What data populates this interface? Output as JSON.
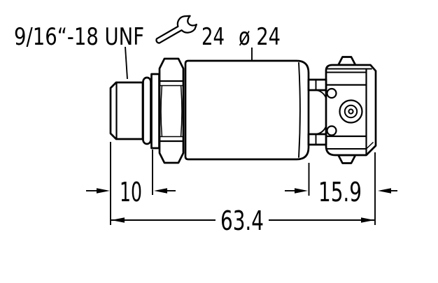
{
  "page": {
    "background": "#ffffff"
  },
  "drawing": {
    "type": "technical-dimension-drawing",
    "subject": "pressure-sensor-side-view",
    "colors": {
      "line": "#000000",
      "fill": "#ffffff"
    },
    "labels": {
      "thread_spec": "9/16“-18 UNF",
      "wrench_size": "24",
      "body_diameter": "ø 24"
    },
    "icons": {
      "wrench": "open-end-wrench"
    },
    "dimensions": {
      "thread_length": "10",
      "overall_length": "63.4",
      "connector_length": "15.9"
    },
    "parts": [
      "threaded-process-connection",
      "o-ring",
      "washer",
      "hex-nut",
      "cylindrical-body",
      "electrical-connector"
    ]
  }
}
